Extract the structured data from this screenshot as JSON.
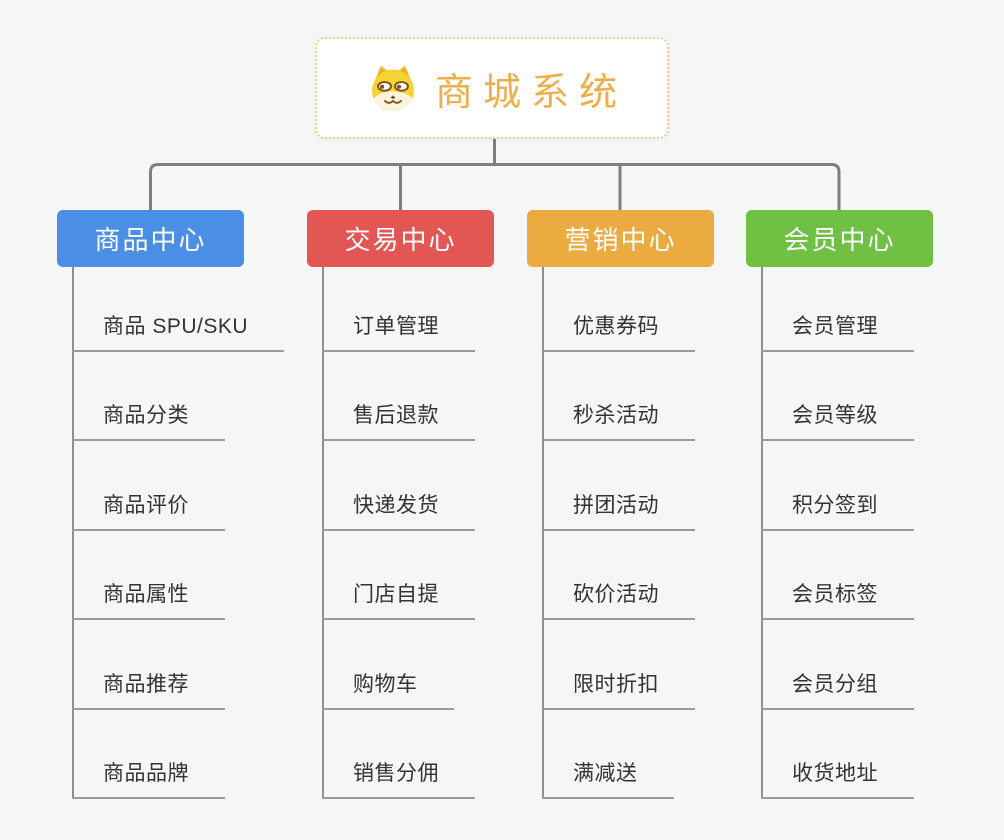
{
  "root": {
    "title": "商城系统",
    "icon": "doge-icon"
  },
  "colors": {
    "background": "#f5f6f6",
    "connector": "#7f7f7f",
    "leaf_underline": "#9b9b9b",
    "leaf_text": "#333333",
    "root_title": "#f0ae4a",
    "root_border": "#f7c883"
  },
  "branches": [
    {
      "label": "商品中心",
      "color": "#4a8fe5",
      "items": [
        "商品 SPU/SKU",
        "商品分类",
        "商品评价",
        "商品属性",
        "商品推荐",
        "商品品牌"
      ]
    },
    {
      "label": "交易中心",
      "color": "#e25754",
      "items": [
        "订单管理",
        "售后退款",
        "快递发货",
        "门店自提",
        "购物车",
        "销售分佣"
      ]
    },
    {
      "label": "营销中心",
      "color": "#ebab41",
      "items": [
        "优惠券码",
        "秒杀活动",
        "拼团活动",
        "砍价活动",
        "限时折扣",
        "满减送"
      ]
    },
    {
      "label": "会员中心",
      "color": "#6fc043",
      "items": [
        "会员管理",
        "会员等级",
        "积分签到",
        "会员标签",
        "会员分组",
        "收货地址"
      ]
    }
  ]
}
